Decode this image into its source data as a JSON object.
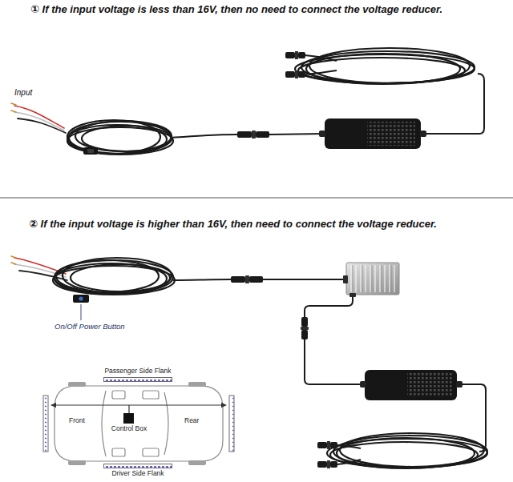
{
  "diagram": {
    "nodes": [
      {
        "text": [
          "Passenger Side Flank"
        ]
      },
      {
        "text": [
          "Control Box"
        ]
      },
      {
        "text": [
          "Driver Side Flank"
        ]
      }
    ],
    "labels": [
      "① If the input voltage is less than 16V, then no need to connect the voltage reducer.",
      "Input",
      "② If the input voltage is higher than 16V, then need to connect the voltage reducer.",
      "On/Off Power Button",
      "Front",
      "Rear"
    ]
  }
}
